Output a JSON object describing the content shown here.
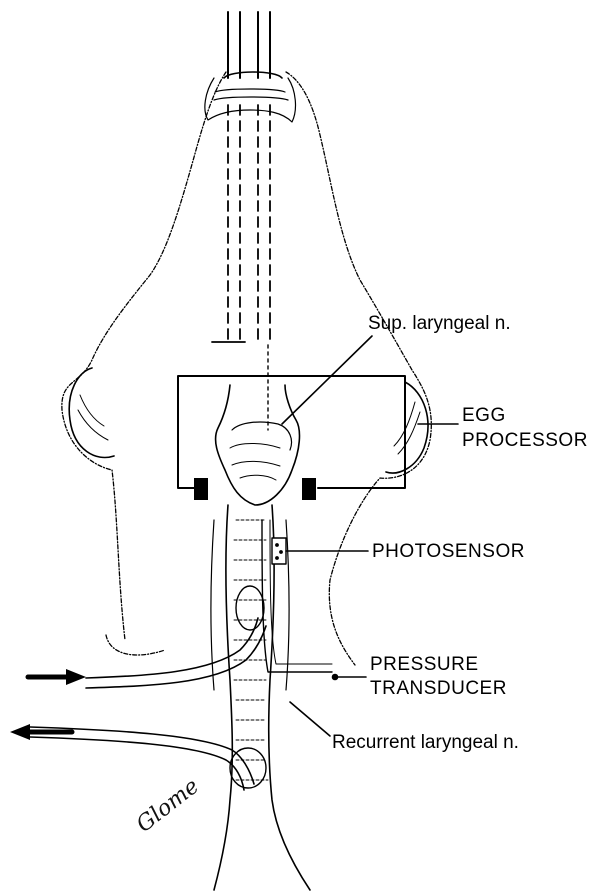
{
  "labels": {
    "sup_laryngeal": "Sup. laryngeal n.",
    "egg_processor_line1": "EGG",
    "egg_processor_line2": "PROCESSOR",
    "photosensor": "PHOTOSENSOR",
    "pressure_transducer_line1": "PRESSURE",
    "pressure_transducer_line2": "TRANSDUCER",
    "recurrent_laryngeal": "Recurrent laryngeal n."
  },
  "signature": "Glome",
  "colors": {
    "ink": "#000000",
    "paper": "#ffffff"
  }
}
